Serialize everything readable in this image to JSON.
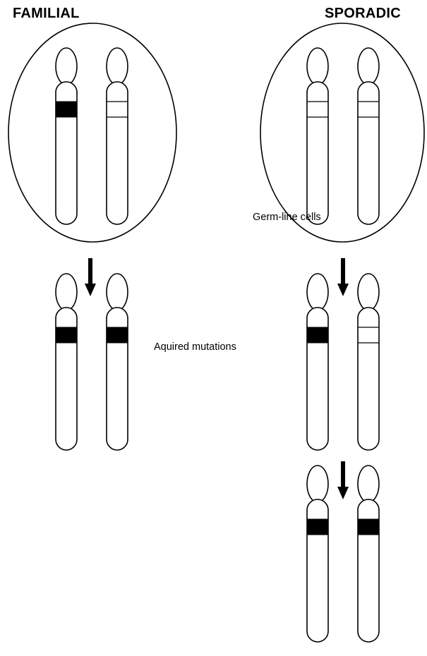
{
  "titles": {
    "familial": "FAMILIAL",
    "sporadic": "SPORADIC"
  },
  "labels": {
    "germ_line": "Germ-line cells",
    "acquired": "Aquired mutations"
  },
  "stages": [
    {
      "column": "familial",
      "step": "germ-line",
      "chromosomes": [
        "mutated",
        "normal"
      ],
      "in_cell": true
    },
    {
      "column": "familial",
      "step": "acquired",
      "chromosomes": [
        "mutated",
        "mutated"
      ],
      "in_cell": false
    },
    {
      "column": "sporadic",
      "step": "germ-line",
      "chromosomes": [
        "normal",
        "normal"
      ],
      "in_cell": true
    },
    {
      "column": "sporadic",
      "step": "acquired-1",
      "chromosomes": [
        "mutated",
        "normal"
      ],
      "in_cell": false
    },
    {
      "column": "sporadic",
      "step": "acquired-2",
      "chromosomes": [
        "mutated",
        "mutated"
      ],
      "in_cell": false
    }
  ],
  "colors": {
    "mutation_band": "#000000",
    "outline": "#000000",
    "background": "#ffffff"
  }
}
